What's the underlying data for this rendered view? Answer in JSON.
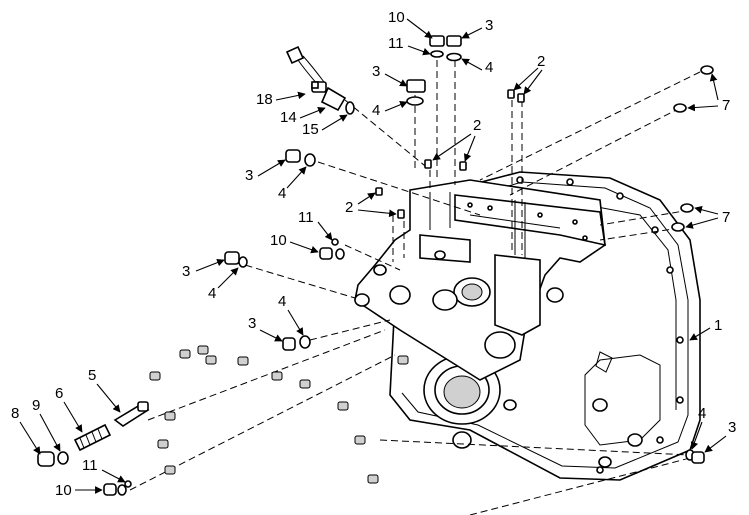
{
  "callouts": {
    "c10_top": "10",
    "c3_top": "3",
    "c11_top": "11",
    "c4_top": "4",
    "c2_topright": "2",
    "c3_mid_top": "3",
    "c18": "18",
    "c7_top": "7",
    "c14": "14",
    "c4_mid_top": "4",
    "c15": "15",
    "c2_mid": "2",
    "c3_left": "3",
    "c4_left": "4",
    "c2_left": "2",
    "c7_right": "7",
    "c11_mid": "11",
    "c10_mid": "10",
    "c3_lower": "3",
    "c4_lower": "4",
    "c4_lower_left": "4",
    "c3_lower_left": "3",
    "c1": "1",
    "c5": "5",
    "c8": "8",
    "c9": "9",
    "c6": "6",
    "c4_bottom_right": "4",
    "c3_bottom_right": "3",
    "c11_bottom": "11",
    "c10_bottom": "10"
  }
}
